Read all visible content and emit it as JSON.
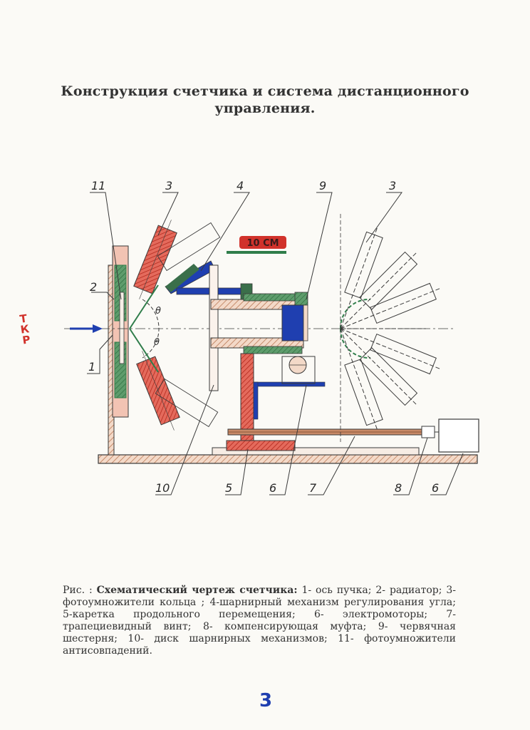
{
  "title": {
    "line1": "Конструкция счетчика и система дистанционного",
    "line2": "управления."
  },
  "drawing": {
    "labels": {
      "l11": "11",
      "l3a": "3",
      "l4": "4",
      "l9": "9",
      "l3b": "3",
      "l2": "2",
      "l1": "1",
      "l10": "10",
      "l5": "5",
      "l6a": "6",
      "l7": "7",
      "l8": "8",
      "l6b": "6",
      "theta1": "θ",
      "theta2": "θ",
      "scale": "10 СМ"
    },
    "colors": {
      "red": "#d1322b",
      "green": "#2f7d4a",
      "blue": "#1f3fb0",
      "pink": "#f0b7a6",
      "brown": "#b5704a",
      "ink": "#3a3a3a"
    }
  },
  "handmark": [
    "Т",
    "К",
    "Р"
  ],
  "caption": {
    "prefix": "Рис.   : ",
    "heading": "Схематический чертеж счетчика:",
    "body": " 1- ось пучка; 2- радиатор; 3-фотоумножители кольца ; 4-шарнирный механизм регулирования угла; 5-каретка продольного перемещения; 6- электромоторы; 7- трапециевидный винт; 8- компенсирующая муфта; 9- червячная шестерня; 10- диск шарнирных механизмов; 11- фотоумножители антисовпадений."
  },
  "page_number": "3"
}
